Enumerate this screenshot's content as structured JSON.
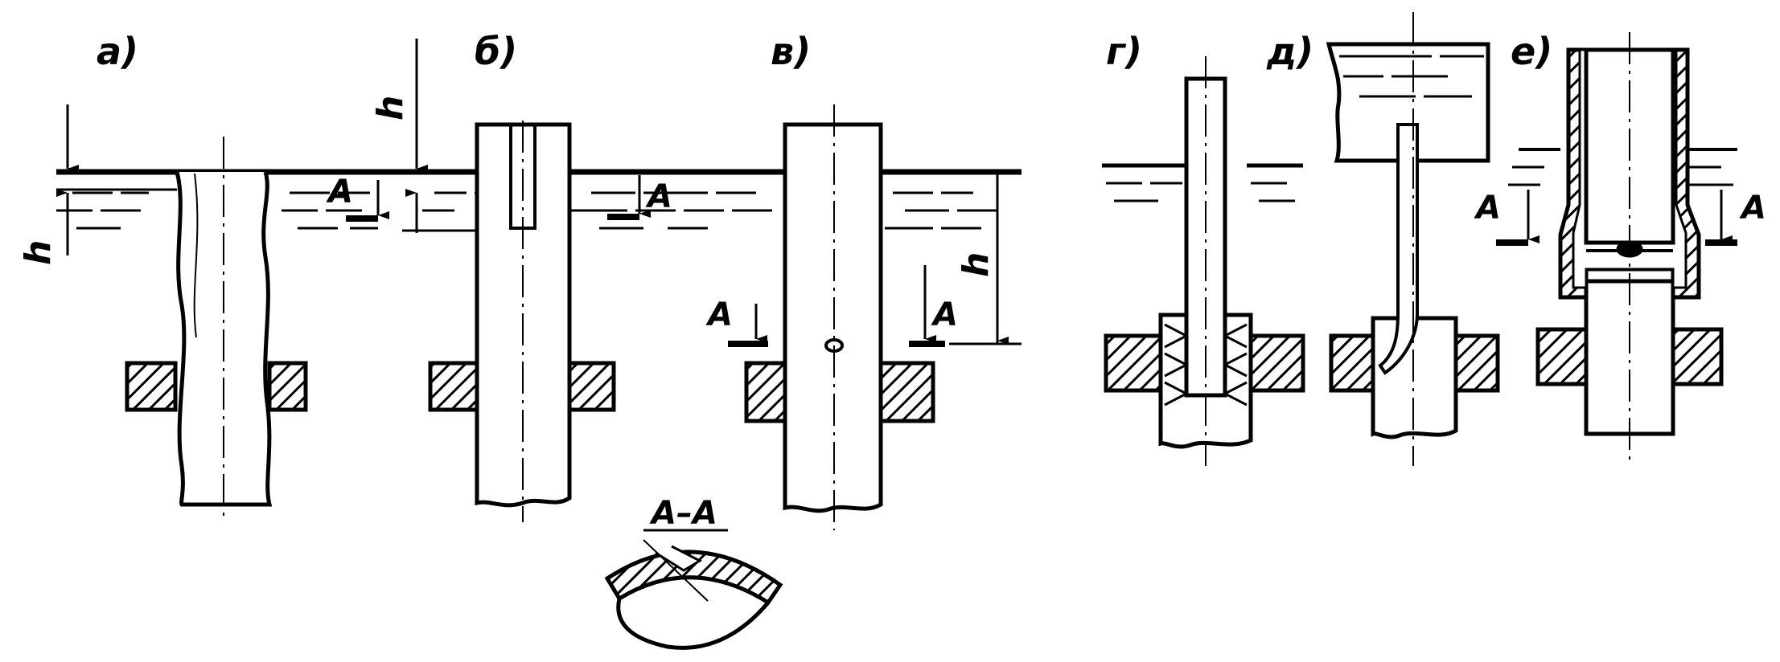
{
  "figure": {
    "panel_labels": [
      "а)",
      "б)",
      "в)",
      "г)",
      "д)",
      "е)"
    ],
    "section_mark": "А",
    "section_title": "А–А",
    "depth_label": "h"
  },
  "colors": {
    "ink": "#000000",
    "paper": "#ffffff"
  }
}
